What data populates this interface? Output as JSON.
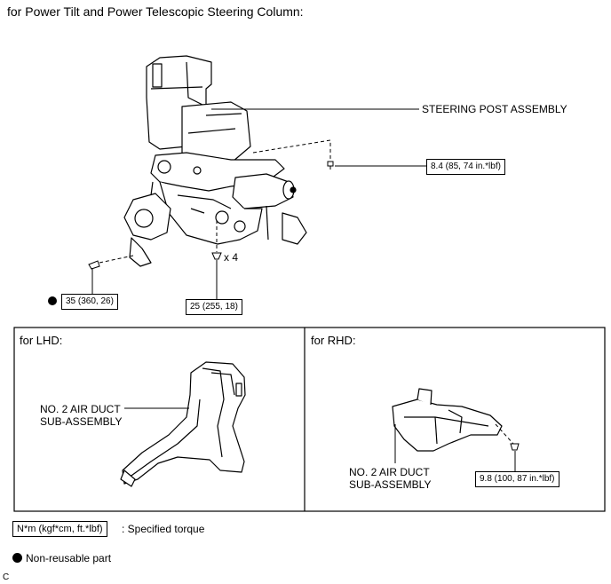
{
  "title": "for Power Tilt and Power Telescopic Steering Column:",
  "upper": {
    "steering_post_label": "STEERING POST ASSEMBLY",
    "torque_top": "8.4 (85, 74 in.*lbf)",
    "torque_left": "35 (360, 26)",
    "torque_bottom": "25 (255, 18)",
    "qty_label": "x 4"
  },
  "panels": {
    "lhd": {
      "title": "for LHD:",
      "part_label_line1": "NO. 2 AIR DUCT",
      "part_label_line2": "SUB-ASSEMBLY"
    },
    "rhd": {
      "title": "for RHD:",
      "part_label_line1": "NO. 2 AIR DUCT",
      "part_label_line2": "SUB-ASSEMBLY",
      "torque": "9.8 (100, 87 in.*lbf)"
    }
  },
  "legend": {
    "torque_unit": "N*m (kgf*cm, ft.*lbf)",
    "torque_desc": ": Specified torque",
    "non_reusable": "Non-reusable part"
  },
  "corner_code": "C"
}
